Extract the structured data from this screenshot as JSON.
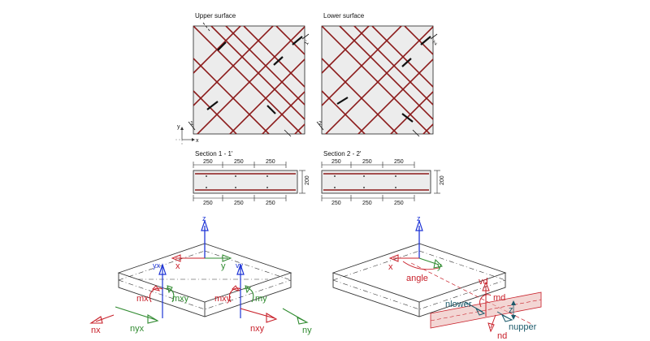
{
  "colors": {
    "rebar": "#8b1a1a",
    "plate": "#ececec",
    "blue": "#1f35d6",
    "red": "#c8202a",
    "green": "#2f8a2f",
    "teal": "#1c5a6b"
  },
  "top": {
    "upper_title": "Upper surface",
    "lower_title": "Lower surface",
    "axis_x": "x",
    "axis_y": "y",
    "section1_title": "Section 1 - 1'",
    "section2_title": "Section 2 - 2'",
    "spacing_labels": [
      "250",
      "250",
      "250"
    ],
    "thickness_label": "200",
    "cut_labels": [
      "1",
      "1'",
      "2",
      "2'"
    ]
  },
  "left_diagram": {
    "z": "z",
    "yx": "yx",
    "vy": "vy",
    "x": "x",
    "y": "y",
    "mx": "mx",
    "mxy_left": "mxy",
    "mxy_right": "mxy",
    "my": "my",
    "nx": "nx",
    "nyx": "nyx",
    "nxy": "nxy",
    "ny": "ny"
  },
  "right_diagram": {
    "z_axis": "z",
    "x": "x",
    "y": "y",
    "angle": "angle",
    "vd": "vd",
    "md": "md",
    "nlower": "nlower",
    "z_lever": "z",
    "nupper": "nupper",
    "nd": "nd"
  }
}
